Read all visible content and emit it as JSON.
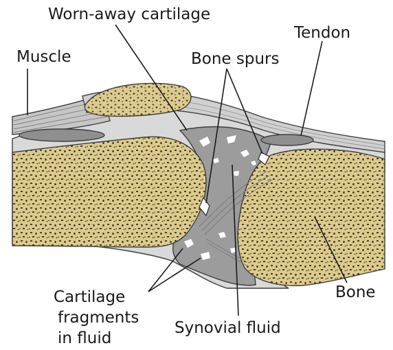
{
  "labels": {
    "worn_cartilage": "Worn-away cartilage",
    "tendon": "Tendon",
    "muscle": "Muscle",
    "bone_spurs": "Bone spurs",
    "cartilage_fragments": [
      "Cartilage",
      "fragments",
      "in fluid"
    ],
    "synovial_fluid": "Synovial fluid",
    "bone": "Bone"
  },
  "colors": {
    "bone_fill": "#dccb8e",
    "bone_pore": "#4a3b22",
    "synovial_gray": "#9c9c9c",
    "capsule_light": "#dcdcdc",
    "tendon_gray": "#c8c8c8",
    "muscle_gray": "#b5b5b5"
  }
}
